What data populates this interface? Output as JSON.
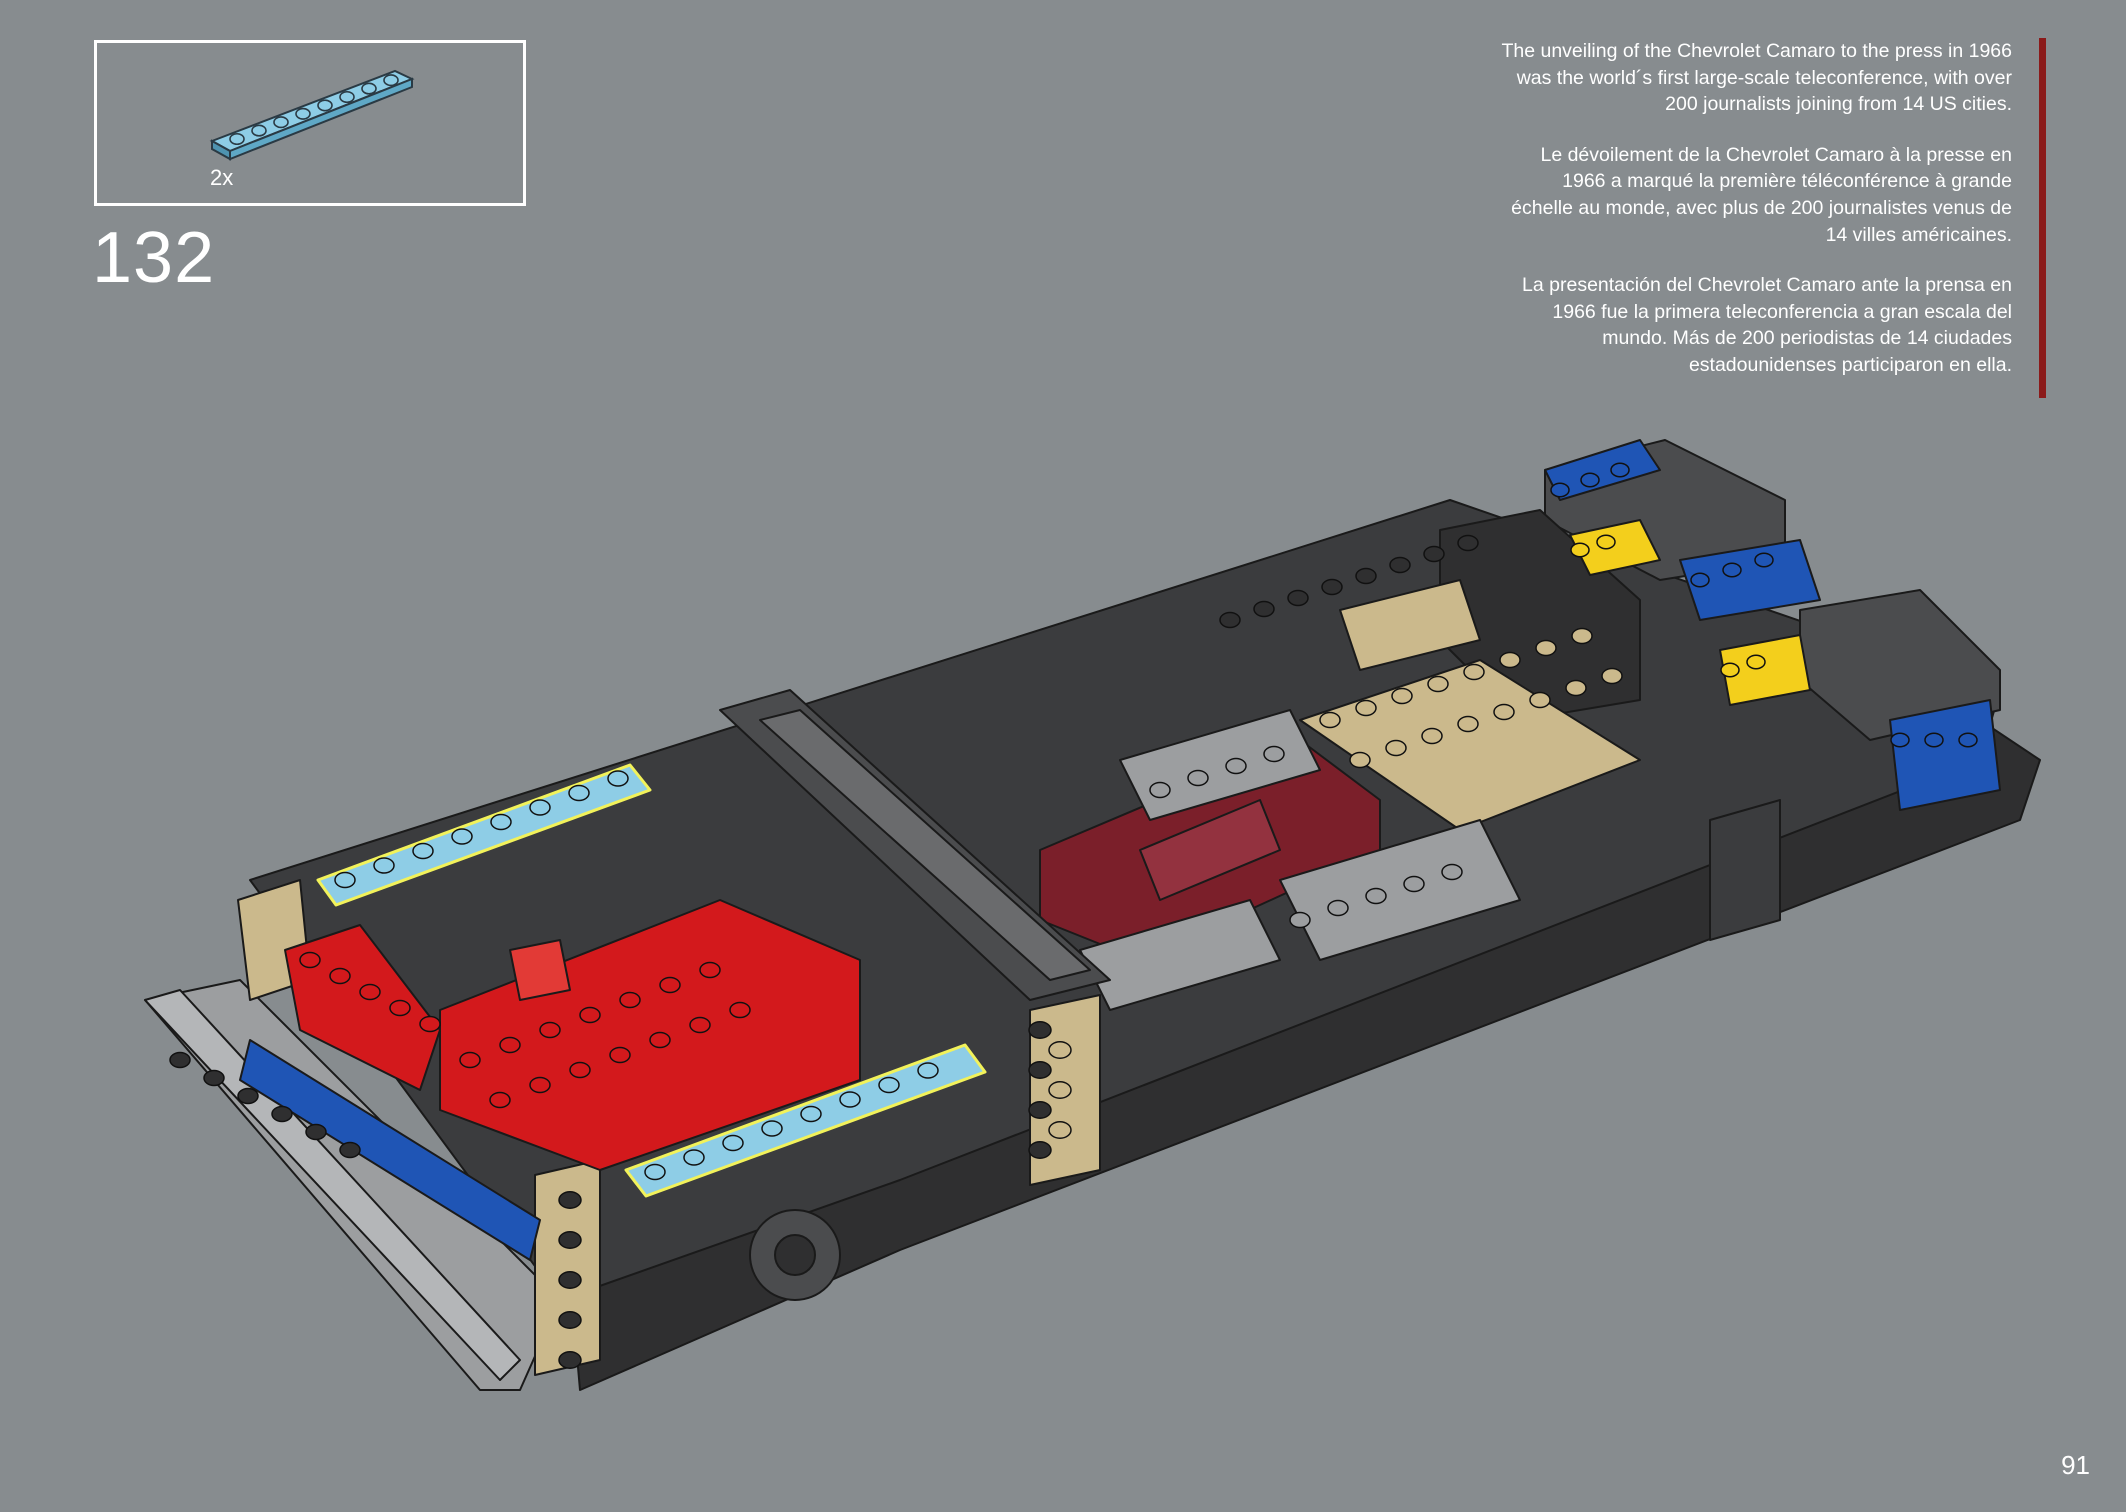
{
  "step": {
    "number": "132",
    "parts": [
      {
        "quantity": "2x",
        "color": "#8ecde6",
        "icon": "light-blue-plate-1x8-icon"
      }
    ]
  },
  "fact": {
    "paragraphs": [
      "The unveiling of the Chevrolet Camaro to the press in 1966 was the world´s first large-scale teleconference, with over 200 journalists joining from 14 US cities.",
      "Le dévoilement de la Chevrolet Camaro à la presse en 1966 a marqué la première téléconférence à grande échelle au monde, avec plus de 200 journalistes venus de 14 villes américaines.",
      "La presentación del Chevrolet Camaro ante la prensa en 1966 fue la primera teleconferencia a gran escala del mundo. Más de 200 periodistas de 14 ciudades estadounidenses participaron en ella."
    ],
    "accent_color": "#8b1a1a"
  },
  "page": {
    "number": "91",
    "background": "#878c8f"
  },
  "model": {
    "icon": "camaro-chassis-build-illustration",
    "highlight_color": "#f2f25a",
    "colors": {
      "black": "#2f2f30",
      "dark_gray": "#4b4c4e",
      "light_gray": "#9c9ea0",
      "tan": "#cbb98c",
      "red": "#d3191c",
      "dark_red": "#7b1f2a",
      "blue": "#1f55b5",
      "yellow": "#f3cf1c",
      "light_blue": "#8ecde6"
    }
  }
}
